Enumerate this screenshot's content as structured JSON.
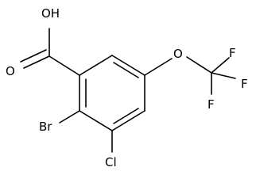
{
  "structure": {
    "atom_labels": {
      "hydroxyl": "OH",
      "carbonyl_oxygen": "O",
      "ether_oxygen": "O",
      "fluorine_top": "F",
      "fluorine_right": "F",
      "fluorine_bottom": "F",
      "bromine": "Br",
      "chlorine": "Cl"
    }
  }
}
